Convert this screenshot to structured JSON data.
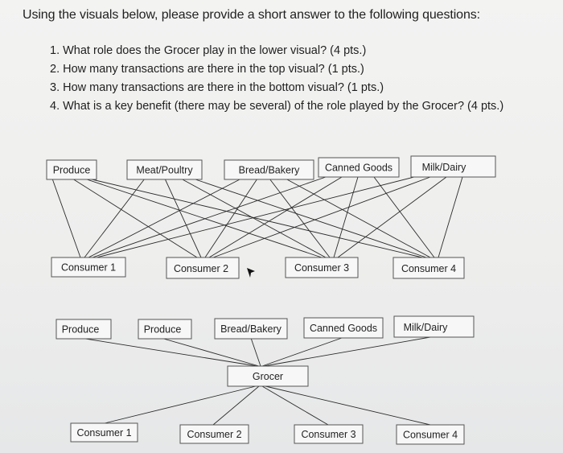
{
  "intro": "Using the visuals below, please provide a short answer to the following questions:",
  "questions": [
    "1. What role does the Grocer play in the lower visual? (4 pts.)",
    "2. How many transactions are there in the top visual? (1 pts.)",
    "3. How many transactions are there in the bottom visual? (1 pts.)",
    "4. What is a key benefit (there may be several) of the role played by the Grocer? (4 pts.)"
  ],
  "top_visual": {
    "sellers": [
      "Produce",
      "Meat/Poultry",
      "Bread/Bakery",
      "Canned Goods",
      "Milk/Dairy"
    ],
    "consumers": [
      "Consumer 1",
      "Consumer 2",
      "Consumer 3",
      "Consumer 4"
    ]
  },
  "bottom_visual": {
    "sellers": [
      "Produce",
      "Produce",
      "Bread/Bakery",
      "Canned Goods",
      "Milk/Dairy"
    ],
    "intermediary": "Grocer",
    "consumers": [
      "Consumer 1",
      "Consumer 2",
      "Consumer 3",
      "Consumer 4"
    ]
  }
}
